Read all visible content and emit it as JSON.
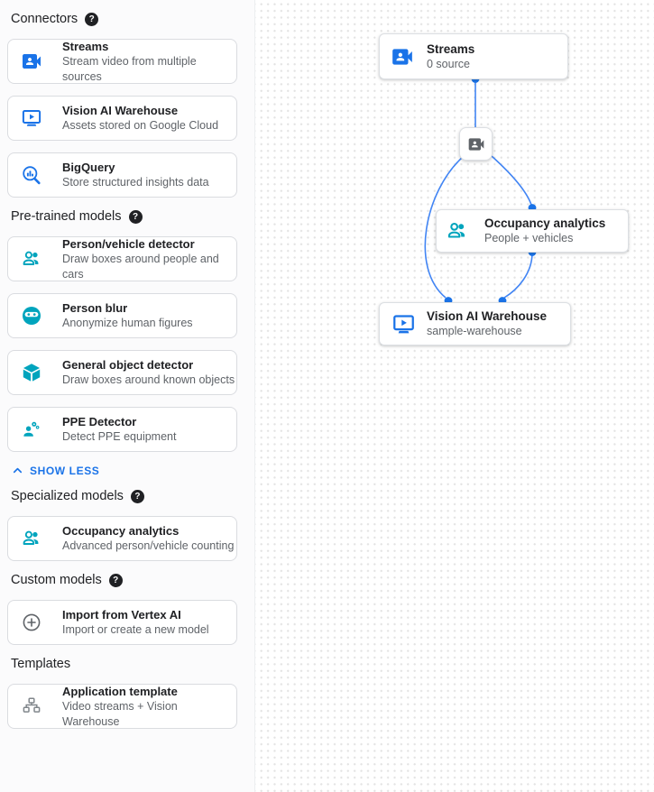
{
  "colors": {
    "accent_blue": "#1a73e8",
    "edge_blue": "#4285f4",
    "model_teal": "#00a4bd",
    "neutral_gray": "#5f6368"
  },
  "help_glyph": "?",
  "sidebar": {
    "sections": [
      {
        "label": "Connectors",
        "items": [
          {
            "icon": "streams-icon",
            "title": "Streams",
            "desc": "Stream video from multiple sources"
          },
          {
            "icon": "warehouse-icon",
            "title": "Vision AI Warehouse",
            "desc": "Assets stored on Google Cloud"
          },
          {
            "icon": "bigquery-icon",
            "title": "BigQuery",
            "desc": "Store structured insights data"
          }
        ]
      },
      {
        "label": "Pre-trained models",
        "items": [
          {
            "icon": "people-icon",
            "title": "Person/vehicle detector",
            "desc": "Draw boxes around people and cars"
          },
          {
            "icon": "face-icon",
            "title": "Person blur",
            "desc": "Anonymize human figures"
          },
          {
            "icon": "cube-icon",
            "title": "General object detector",
            "desc": "Draw boxes around known objects"
          },
          {
            "icon": "ppe-icon",
            "title": "PPE Detector",
            "desc": "Detect PPE equipment"
          }
        ]
      },
      {
        "label": "Specialized models",
        "items": [
          {
            "icon": "people-icon",
            "title": "Occupancy analytics",
            "desc": "Advanced person/vehicle counting"
          }
        ]
      },
      {
        "label": "Custom models",
        "items": [
          {
            "icon": "plus-circle-icon",
            "title": "Import from Vertex AI",
            "desc": "Import or create a new model"
          }
        ]
      },
      {
        "label": "Templates",
        "items": [
          {
            "icon": "tree-icon",
            "title": "Application template",
            "desc": "Video streams + Vision Warehouse"
          }
        ]
      }
    ],
    "show_less_label": "SHOW LESS"
  },
  "canvas": {
    "nodes": {
      "streams": {
        "title": "Streams",
        "subtitle": "0 source"
      },
      "occupancy": {
        "title": "Occupancy analytics",
        "subtitle": "People + vehicles"
      },
      "warehouse": {
        "title": "Vision AI Warehouse",
        "subtitle": "sample-warehouse"
      }
    }
  }
}
